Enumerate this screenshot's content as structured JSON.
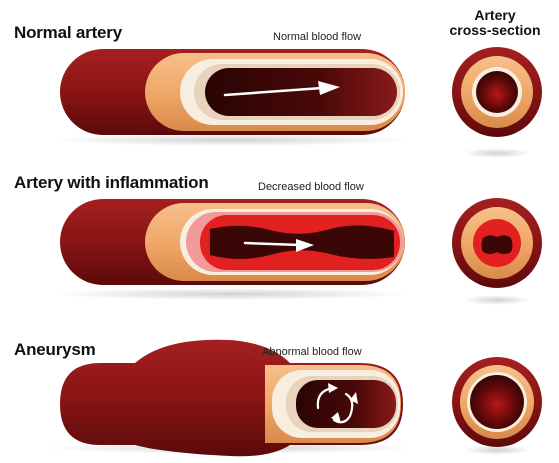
{
  "panels": [
    {
      "title": "Normal artery",
      "flow_label": "Normal blood flow"
    },
    {
      "title": "Artery with inflammation",
      "flow_label": "Decreased blood flow"
    },
    {
      "title": "Aneurysm",
      "flow_label": "Abnormal blood flow"
    }
  ],
  "cross_section": {
    "title_line1": "Artery",
    "title_line2": "cross-section"
  },
  "colors": {
    "vessel_outer": "#8a1414",
    "vessel_dark": "#5c0a0a",
    "tissue": "#f3b27a",
    "lining": "#f7ead8",
    "lumen": "#3a0606",
    "inflamed": "#e32020",
    "arrow": "#ffffff"
  }
}
